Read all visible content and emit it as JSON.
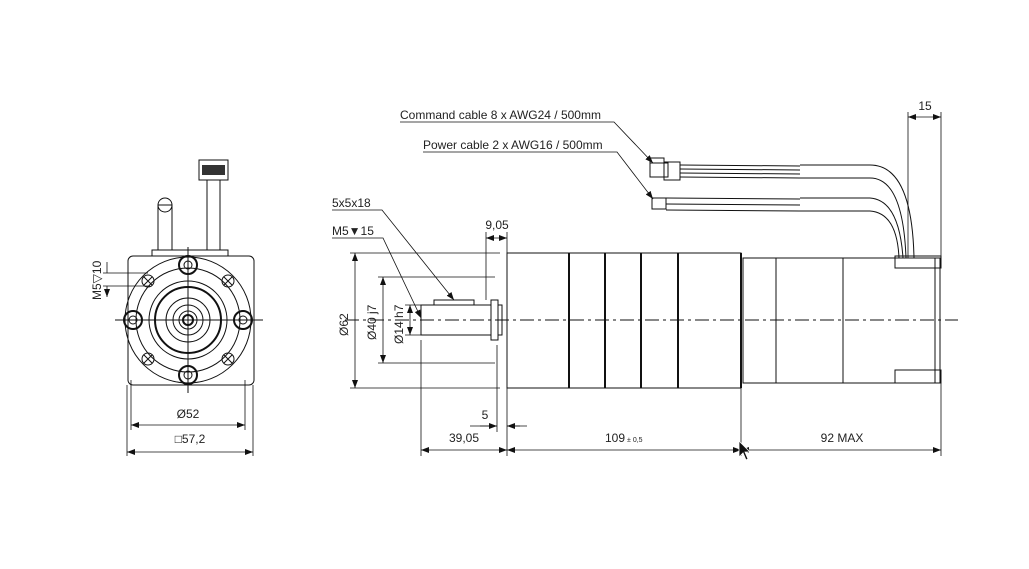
{
  "front_view": {
    "thread_label": "M5▽10",
    "flange_dia": "Ø52",
    "square_size": "□57,2"
  },
  "side_view": {
    "key_label": "5x5x18",
    "thread_label": "M5▼15",
    "flange_dia": "Ø62",
    "pilot_dia": "Ø40 j7",
    "shaft_dia": "Ø14 h7",
    "pilot_length": "9,05",
    "shoulder_length": "5",
    "shaft_length": "39,05",
    "gearbox_length": "109",
    "gearbox_tolerance": "± 0,5",
    "motor_length": "92 MAX",
    "cable_offset": "15",
    "command_cable": "Command cable 8 x AWG24 / 500mm",
    "power_cable": "Power cable 2 x AWG16 / 500mm"
  },
  "colors": {
    "line": "#111111",
    "text": "#222222"
  }
}
